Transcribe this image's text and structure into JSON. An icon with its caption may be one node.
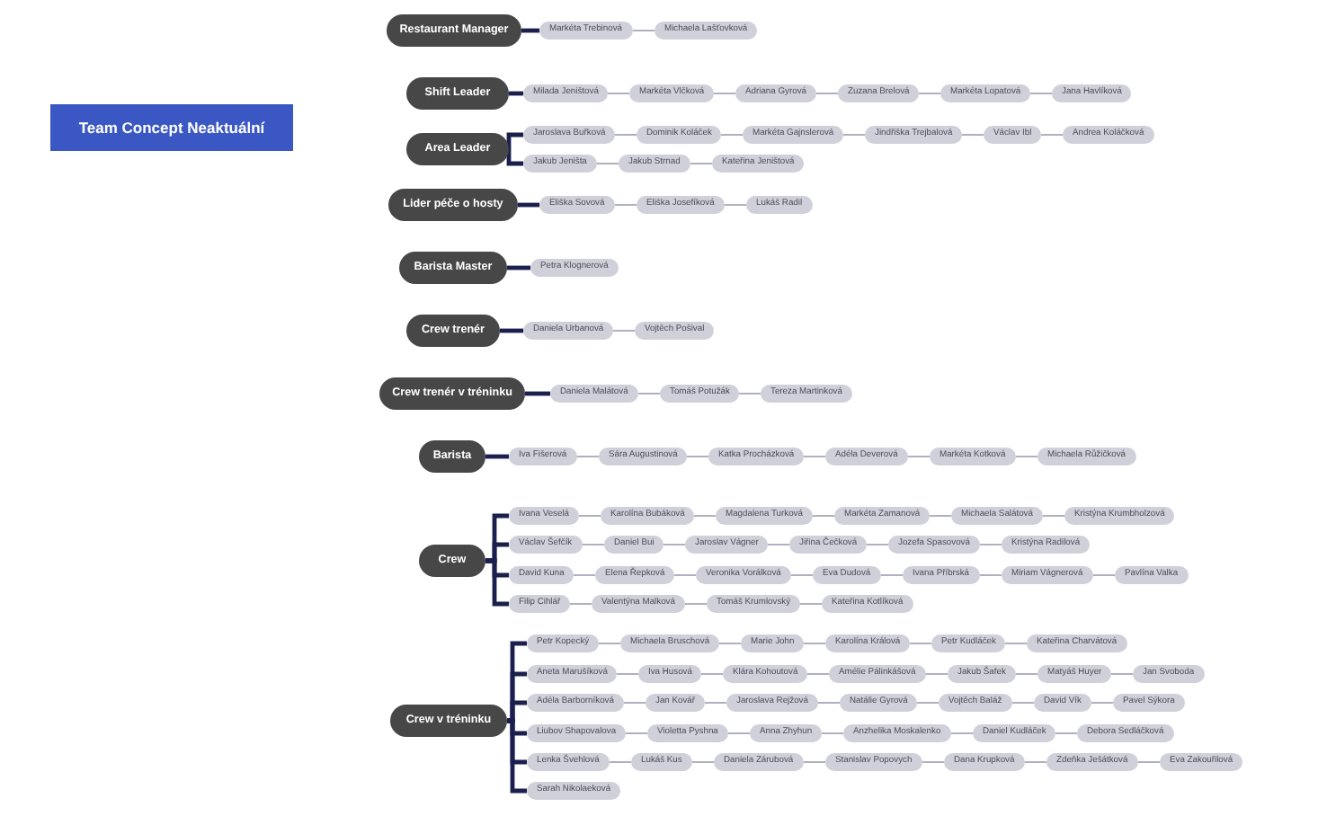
{
  "diagram": {
    "nodes": [
      {
        "text": [
          "Team Concept Neaktuální"
        ]
      },
      {
        "text": [
          "Restaurant Manager"
        ]
      },
      {
        "text": [
          "Markéta Trebinová"
        ]
      },
      {
        "text": [
          "Michaela Lašťovková"
        ]
      },
      {
        "text": [
          "Shift Leader"
        ]
      },
      {
        "text": [
          "Milada Jeništová"
        ]
      },
      {
        "text": [
          "Markéta Vlčková"
        ]
      },
      {
        "text": [
          "Adriana Gyrová"
        ]
      },
      {
        "text": [
          "Zuzana Brelová"
        ]
      },
      {
        "text": [
          "Markéta Lopatová"
        ]
      },
      {
        "text": [
          "Jana Havlíková"
        ]
      },
      {
        "text": [
          "Area Leader"
        ]
      },
      {
        "text": [
          "Jaroslava Buřková"
        ]
      },
      {
        "text": [
          "Dominik Koláček"
        ]
      },
      {
        "text": [
          "Markéta Gajnslerová"
        ]
      },
      {
        "text": [
          "Jindřiška Trejbalová"
        ]
      },
      {
        "text": [
          "Václav Ibl"
        ]
      },
      {
        "text": [
          "Andrea Koláčková"
        ]
      },
      {
        "text": [
          "Jakub Jeništa"
        ]
      },
      {
        "text": [
          "Jakub Strnad"
        ]
      },
      {
        "text": [
          "Kateřina Jeništová"
        ]
      },
      {
        "text": [
          "Lider péče o hosty"
        ]
      },
      {
        "text": [
          "Eliška Sovová"
        ]
      },
      {
        "text": [
          "Eliška Josefíková"
        ]
      },
      {
        "text": [
          "Lukáš Radil"
        ]
      },
      {
        "text": [
          "Barista Master"
        ]
      },
      {
        "text": [
          "Petra Klognerová"
        ]
      },
      {
        "text": [
          "Crew trenér"
        ]
      },
      {
        "text": [
          "Daniela Urbanová"
        ]
      },
      {
        "text": [
          "Vojtěch Pošival"
        ]
      },
      {
        "text": [
          "Crew trenér v tréninku"
        ]
      },
      {
        "text": [
          "Daniela Malátová"
        ]
      },
      {
        "text": [
          "Tomáš Potužák"
        ]
      },
      {
        "text": [
          "Tereza Martinková"
        ]
      },
      {
        "text": [
          "Barista"
        ]
      },
      {
        "text": [
          "Iva Fišerová"
        ]
      },
      {
        "text": [
          "Sára Augustinová"
        ]
      },
      {
        "text": [
          "Katka Procházková"
        ]
      },
      {
        "text": [
          "Adéla Deverová"
        ]
      },
      {
        "text": [
          "Markéta Kotková"
        ]
      },
      {
        "text": [
          "Michaela Růžičková"
        ]
      },
      {
        "text": [
          "Crew"
        ]
      },
      {
        "text": [
          "Ivana Veselá"
        ]
      },
      {
        "text": [
          "Karolína Bubáková"
        ]
      },
      {
        "text": [
          "Magdalena Turková"
        ]
      },
      {
        "text": [
          "Markéta Zamanová"
        ]
      },
      {
        "text": [
          "Michaela Salátová"
        ]
      },
      {
        "text": [
          "Kristýna Krumbholzová"
        ]
      },
      {
        "text": [
          "Václav Šefčík"
        ]
      },
      {
        "text": [
          "Daniel Bui"
        ]
      },
      {
        "text": [
          "Jaroslav Vágner"
        ]
      },
      {
        "text": [
          "Jiřina Čečková"
        ]
      },
      {
        "text": [
          "Jozefa Spasovová"
        ]
      },
      {
        "text": [
          "Kristýna Radilová"
        ]
      },
      {
        "text": [
          "David Kuna"
        ]
      },
      {
        "text": [
          "Elena Řepková"
        ]
      },
      {
        "text": [
          "Veronika Vorálková"
        ]
      },
      {
        "text": [
          "Eva Dudová"
        ]
      },
      {
        "text": [
          "Ivana Příbrská"
        ]
      },
      {
        "text": [
          "Miriam Vágnerová"
        ]
      },
      {
        "text": [
          "Pavlína Valka"
        ]
      },
      {
        "text": [
          "Filip Cihlář"
        ]
      },
      {
        "text": [
          "Valentýna Malková"
        ]
      },
      {
        "text": [
          "Tomáš Krumlovský"
        ]
      },
      {
        "text": [
          "Kateřina Kotlíková"
        ]
      },
      {
        "text": [
          "Crew v tréninku"
        ]
      },
      {
        "text": [
          "Petr Kopecký"
        ]
      },
      {
        "text": [
          "Michaela Bruschová"
        ]
      },
      {
        "text": [
          "Marie John"
        ]
      },
      {
        "text": [
          "Karolína Králová"
        ]
      },
      {
        "text": [
          "Petr Kudláček"
        ]
      },
      {
        "text": [
          "Kateřina Charvátová"
        ]
      },
      {
        "text": [
          "Aneta Marušíková"
        ]
      },
      {
        "text": [
          "Iva Husová"
        ]
      },
      {
        "text": [
          "Klára Kohoutová"
        ]
      },
      {
        "text": [
          "Amélie Pálinkášová"
        ]
      },
      {
        "text": [
          "Jakub Šafek"
        ]
      },
      {
        "text": [
          "Matyáš Huyer"
        ]
      },
      {
        "text": [
          "Jan Svoboda"
        ]
      },
      {
        "text": [
          "Adéla Barborníková"
        ]
      },
      {
        "text": [
          "Jan Kovář"
        ]
      },
      {
        "text": [
          "Jaroslava Rejžová"
        ]
      },
      {
        "text": [
          "Natálie Gyrová"
        ]
      },
      {
        "text": [
          "Vojtěch Baláž"
        ]
      },
      {
        "text": [
          "David Vík"
        ]
      },
      {
        "text": [
          "Pavel Sýkora"
        ]
      },
      {
        "text": [
          "Liubov Shapovalova"
        ]
      },
      {
        "text": [
          "Violetta Pyshna"
        ]
      },
      {
        "text": [
          "Anna Zhyhun"
        ]
      },
      {
        "text": [
          "Anzhelika Moskalenko"
        ]
      },
      {
        "text": [
          "Daniel Kudláček"
        ]
      },
      {
        "text": [
          "Debora Sedláčková"
        ]
      },
      {
        "text": [
          "Lenka Švehlová"
        ]
      },
      {
        "text": [
          "Lukáš Kus"
        ]
      },
      {
        "text": [
          "Daniela Zárubová"
        ]
      },
      {
        "text": [
          "Stanislav Popovych"
        ]
      },
      {
        "text": [
          "Dana Krupková"
        ]
      },
      {
        "text": [
          "Zdeňka Ješátková"
        ]
      },
      {
        "text": [
          "Eva Zakouřilová"
        ]
      },
      {
        "text": [
          "Sarah Nikolaeková"
        ]
      }
    ],
    "edges": [
      {
        "from": 1,
        "to": 2,
        "arrow": "none",
        "style": "thick",
        "color": "#1b1f4d"
      },
      {
        "from": 2,
        "to": 3,
        "arrow": "none"
      },
      {
        "from": 4,
        "to": 5,
        "arrow": "none",
        "style": "thick",
        "color": "#1b1f4d"
      },
      {
        "from": 5,
        "to": 6,
        "arrow": "none"
      },
      {
        "from": 6,
        "to": 7,
        "arrow": "none"
      },
      {
        "from": 7,
        "to": 8,
        "arrow": "none"
      },
      {
        "from": 8,
        "to": 9,
        "arrow": "none"
      },
      {
        "from": 9,
        "to": 10,
        "arrow": "none"
      },
      {
        "from": 11,
        "to": 12,
        "arrow": "none",
        "style": "thick",
        "color": "#1b1f4d"
      },
      {
        "from": 12,
        "to": 13,
        "arrow": "none"
      },
      {
        "from": 13,
        "to": 14,
        "arrow": "none"
      },
      {
        "from": 14,
        "to": 15,
        "arrow": "none"
      },
      {
        "from": 15,
        "to": 16,
        "arrow": "none"
      },
      {
        "from": 16,
        "to": 17,
        "arrow": "none"
      },
      {
        "from": 11,
        "to": 18,
        "arrow": "none",
        "style": "thick",
        "color": "#1b1f4d"
      },
      {
        "from": 18,
        "to": 19,
        "arrow": "none"
      },
      {
        "from": 19,
        "to": 20,
        "arrow": "none"
      },
      {
        "from": 21,
        "to": 22,
        "arrow": "none",
        "style": "thick",
        "color": "#1b1f4d"
      },
      {
        "from": 22,
        "to": 23,
        "arrow": "none"
      },
      {
        "from": 23,
        "to": 24,
        "arrow": "none"
      },
      {
        "from": 25,
        "to": 26,
        "arrow": "none",
        "style": "thick",
        "color": "#1b1f4d"
      },
      {
        "from": 27,
        "to": 28,
        "arrow": "none",
        "style": "thick",
        "color": "#1b1f4d"
      },
      {
        "from": 28,
        "to": 29,
        "arrow": "none"
      },
      {
        "from": 30,
        "to": 31,
        "arrow": "none",
        "style": "thick",
        "color": "#1b1f4d"
      },
      {
        "from": 31,
        "to": 32,
        "arrow": "none"
      },
      {
        "from": 32,
        "to": 33,
        "arrow": "none"
      },
      {
        "from": 34,
        "to": 35,
        "arrow": "none",
        "style": "thick",
        "color": "#1b1f4d"
      },
      {
        "from": 35,
        "to": 36,
        "arrow": "none"
      },
      {
        "from": 36,
        "to": 37,
        "arrow": "none"
      },
      {
        "from": 37,
        "to": 38,
        "arrow": "none"
      },
      {
        "from": 38,
        "to": 39,
        "arrow": "none"
      },
      {
        "from": 39,
        "to": 40,
        "arrow": "none"
      },
      {
        "from": 41,
        "to": 42,
        "arrow": "none",
        "style": "thick",
        "color": "#1b1f4d"
      },
      {
        "from": 42,
        "to": 43,
        "arrow": "none"
      },
      {
        "from": 43,
        "to": 44,
        "arrow": "none"
      },
      {
        "from": 44,
        "to": 45,
        "arrow": "none"
      },
      {
        "from": 45,
        "to": 46,
        "arrow": "none"
      },
      {
        "from": 46,
        "to": 47,
        "arrow": "none"
      },
      {
        "from": 41,
        "to": 48,
        "arrow": "none",
        "style": "thick",
        "color": "#1b1f4d"
      },
      {
        "from": 48,
        "to": 49,
        "arrow": "none"
      },
      {
        "from": 49,
        "to": 50,
        "arrow": "none"
      },
      {
        "from": 50,
        "to": 51,
        "arrow": "none"
      },
      {
        "from": 51,
        "to": 52,
        "arrow": "none"
      },
      {
        "from": 52,
        "to": 53,
        "arrow": "none"
      },
      {
        "from": 41,
        "to": 54,
        "arrow": "none",
        "style": "thick",
        "color": "#1b1f4d"
      },
      {
        "from": 54,
        "to": 55,
        "arrow": "none"
      },
      {
        "from": 55,
        "to": 56,
        "arrow": "none"
      },
      {
        "from": 56,
        "to": 57,
        "arrow": "none"
      },
      {
        "from": 57,
        "to": 58,
        "arrow": "none"
      },
      {
        "from": 58,
        "to": 59,
        "arrow": "none"
      },
      {
        "from": 59,
        "to": 60,
        "arrow": "none"
      },
      {
        "from": 41,
        "to": 61,
        "arrow": "none",
        "style": "thick",
        "color": "#1b1f4d"
      },
      {
        "from": 61,
        "to": 62,
        "arrow": "none"
      },
      {
        "from": 62,
        "to": 63,
        "arrow": "none"
      },
      {
        "from": 63,
        "to": 64,
        "arrow": "none"
      },
      {
        "from": 65,
        "to": 66,
        "arrow": "none",
        "style": "thick",
        "color": "#1b1f4d"
      },
      {
        "from": 66,
        "to": 67,
        "arrow": "none"
      },
      {
        "from": 67,
        "to": 68,
        "arrow": "none"
      },
      {
        "from": 68,
        "to": 69,
        "arrow": "none"
      },
      {
        "from": 69,
        "to": 70,
        "arrow": "none"
      },
      {
        "from": 70,
        "to": 71,
        "arrow": "none"
      },
      {
        "from": 65,
        "to": 72,
        "arrow": "none",
        "style": "thick",
        "color": "#1b1f4d"
      },
      {
        "from": 72,
        "to": 73,
        "arrow": "none"
      },
      {
        "from": 73,
        "to": 74,
        "arrow": "none"
      },
      {
        "from": 74,
        "to": 75,
        "arrow": "none"
      },
      {
        "from": 75,
        "to": 76,
        "arrow": "none"
      },
      {
        "from": 76,
        "to": 77,
        "arrow": "none"
      },
      {
        "from": 77,
        "to": 78,
        "arrow": "none"
      },
      {
        "from": 65,
        "to": 79,
        "arrow": "none",
        "style": "thick",
        "color": "#1b1f4d"
      },
      {
        "from": 79,
        "to": 80,
        "arrow": "none"
      },
      {
        "from": 80,
        "to": 81,
        "arrow": "none"
      },
      {
        "from": 81,
        "to": 82,
        "arrow": "none"
      },
      {
        "from": 82,
        "to": 83,
        "arrow": "none"
      },
      {
        "from": 83,
        "to": 84,
        "arrow": "none"
      },
      {
        "from": 84,
        "to": 85,
        "arrow": "none"
      },
      {
        "from": 65,
        "to": 86,
        "arrow": "none",
        "style": "thick",
        "color": "#1b1f4d"
      },
      {
        "from": 86,
        "to": 87,
        "arrow": "none"
      },
      {
        "from": 87,
        "to": 88,
        "arrow": "none"
      },
      {
        "from": 88,
        "to": 89,
        "arrow": "none"
      },
      {
        "from": 89,
        "to": 90,
        "arrow": "none"
      },
      {
        "from": 90,
        "to": 91,
        "arrow": "none"
      },
      {
        "from": 65,
        "to": 92,
        "arrow": "none",
        "style": "thick",
        "color": "#1b1f4d"
      },
      {
        "from": 92,
        "to": 93,
        "arrow": "none"
      },
      {
        "from": 93,
        "to": 94,
        "arrow": "none"
      },
      {
        "from": 94,
        "to": 95,
        "arrow": "none"
      },
      {
        "from": 95,
        "to": 96,
        "arrow": "none"
      },
      {
        "from": 96,
        "to": 97,
        "arrow": "none"
      },
      {
        "from": 97,
        "to": 98,
        "arrow": "none"
      },
      {
        "from": 65,
        "to": 99,
        "arrow": "none",
        "style": "thick",
        "color": "#1b1f4d"
      }
    ]
  }
}
